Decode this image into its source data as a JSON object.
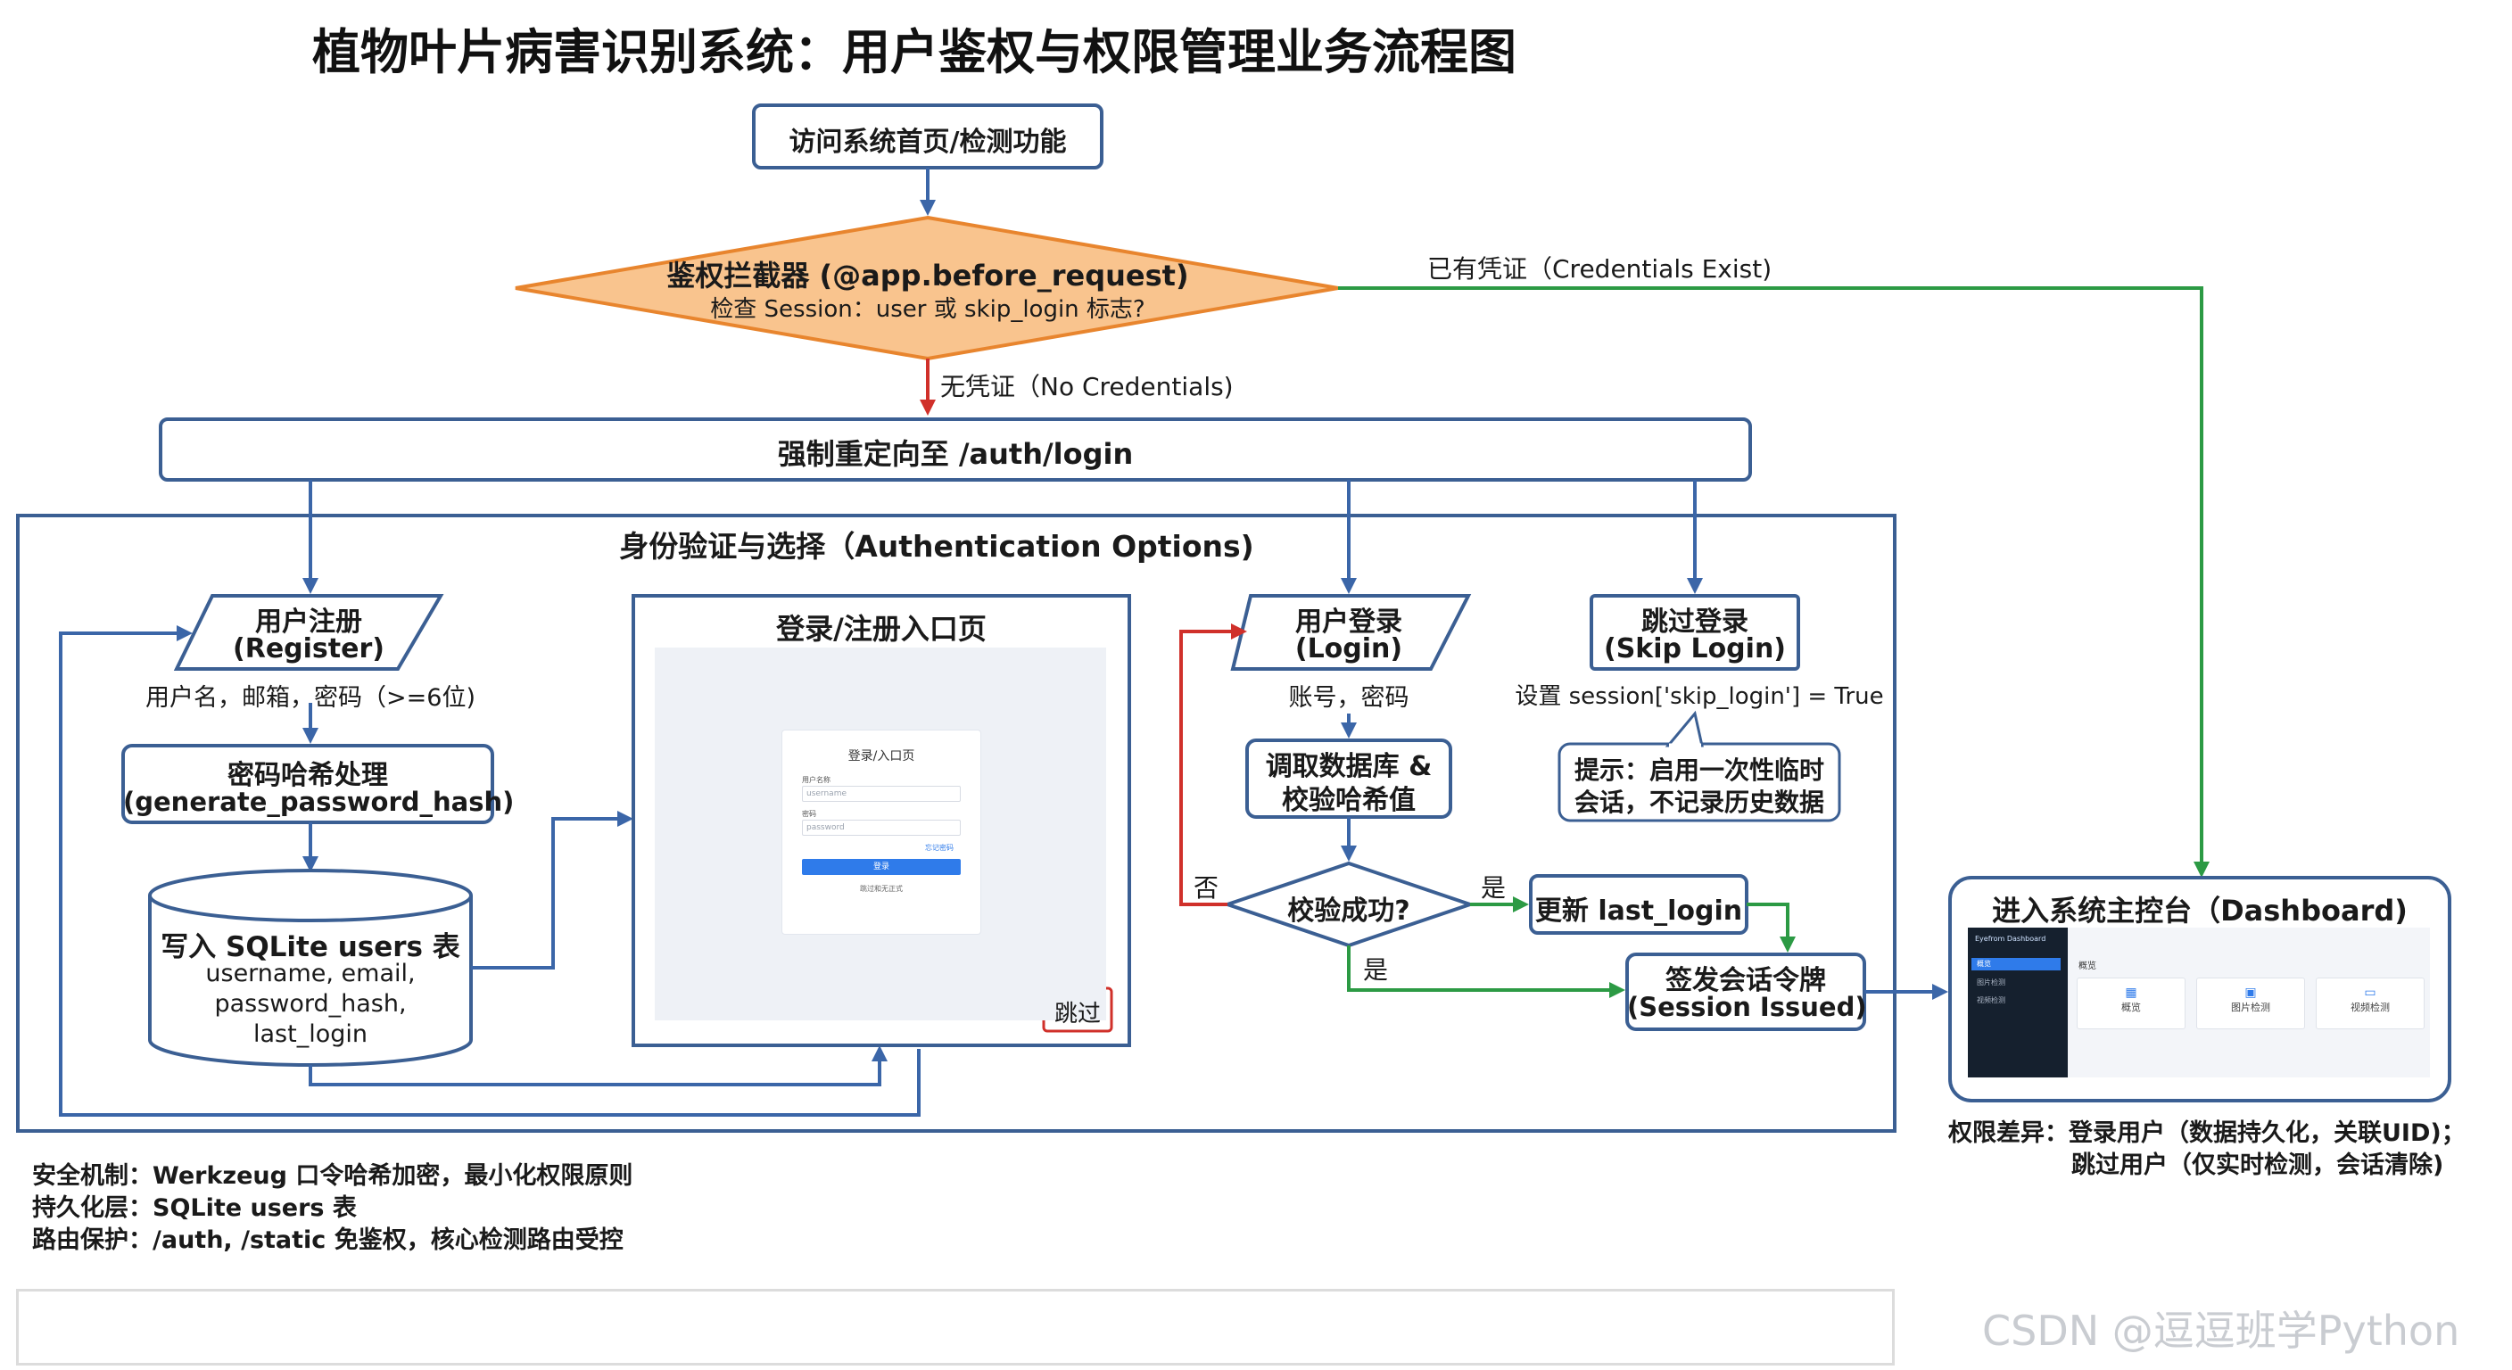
{
  "title": "植物叶片病害识别系统：用户鉴权与权限管理业务流程图",
  "colors": {
    "node_border": "#3b5f93",
    "node_fill": "#ffffff",
    "diamond_fill": "#f9c48e",
    "diamond_border": "#e8852e",
    "flow_blue": "#3b66a8",
    "flow_green": "#2c9a44",
    "flow_red": "#d0302a",
    "panel_border": "#3b5f93"
  },
  "nodes": {
    "start": "访问系统首页/检测功能",
    "interceptor_title": "鉴权拦截器 (@app.before_request)",
    "interceptor_sub": "检查 Session：user 或 skip_login 标志?",
    "redirect": "强制重定向至 /auth/login",
    "auth_panel_title": "身份验证与选择（Authentication Options)",
    "register_line1": "用户注册",
    "register_line2": "(Register)",
    "register_fields": "用户名，邮箱，密码（>=6位)",
    "hash_line1": "密码哈希处理",
    "hash_line2": "(generate_password_hash)",
    "db_line1": "写入 SQLite users 表",
    "db_line2": "username, email,",
    "db_line3": "password_hash,",
    "db_line4": "last_login",
    "entry_page_title": "登录/注册入口页",
    "skip_tag": "跳过",
    "login_line1": "用户登录",
    "login_line2": "(Login)",
    "login_fields": "账号，密码",
    "verify_line1": "调取数据库 &",
    "verify_line2": "校验哈希值",
    "check": "校验成功?",
    "no_label": "否",
    "yes_label_right": "是",
    "yes_label_down": "是",
    "update_last_login": "更新 last_login",
    "session_line1": "签发会话令牌",
    "session_line2": "(Session Issued)",
    "skip_line1": "跳过登录",
    "skip_line2": "(Skip Login)",
    "skip_set": "设置 session['skip_login'] = True",
    "hint_line1": "提示：启用一次性临时",
    "hint_line2": "会话，不记录历史数据",
    "dashboard_title": "进入系统主控台（Dashboard)",
    "perm_line1": "权限差异：登录用户（数据持久化，关联UID)；",
    "perm_line2": "跳过用户（仅实时检测，会话清除)"
  },
  "edges": {
    "credentials_exist": "已有凭证（Credentials Exist)",
    "no_credentials": "无凭证（No Credentials)"
  },
  "login_mock": {
    "heading": "登录/入口页",
    "user_label": "用户名称",
    "user_placeholder": "username",
    "pass_label": "密码",
    "pass_placeholder": "password",
    "forgot": "忘记密码",
    "button": "登录",
    "skip_link": "跳过和无正式"
  },
  "dashboard_mock": {
    "brand": "Eyefrom Dashboard",
    "nav": [
      "概览",
      "图片检测",
      "视频检测"
    ],
    "section": "概览",
    "cards": [
      "概览",
      "图片检测",
      "视频检测"
    ]
  },
  "notes": {
    "security": "安全机制：Werkzeug 口令哈希加密，最小化权限原则",
    "persistence": "持久化层：SQLite users 表",
    "routing": "路由保护：/auth, /static 免鉴权，核心检测路由受控"
  },
  "watermark": "CSDN @逗逗班学Python"
}
